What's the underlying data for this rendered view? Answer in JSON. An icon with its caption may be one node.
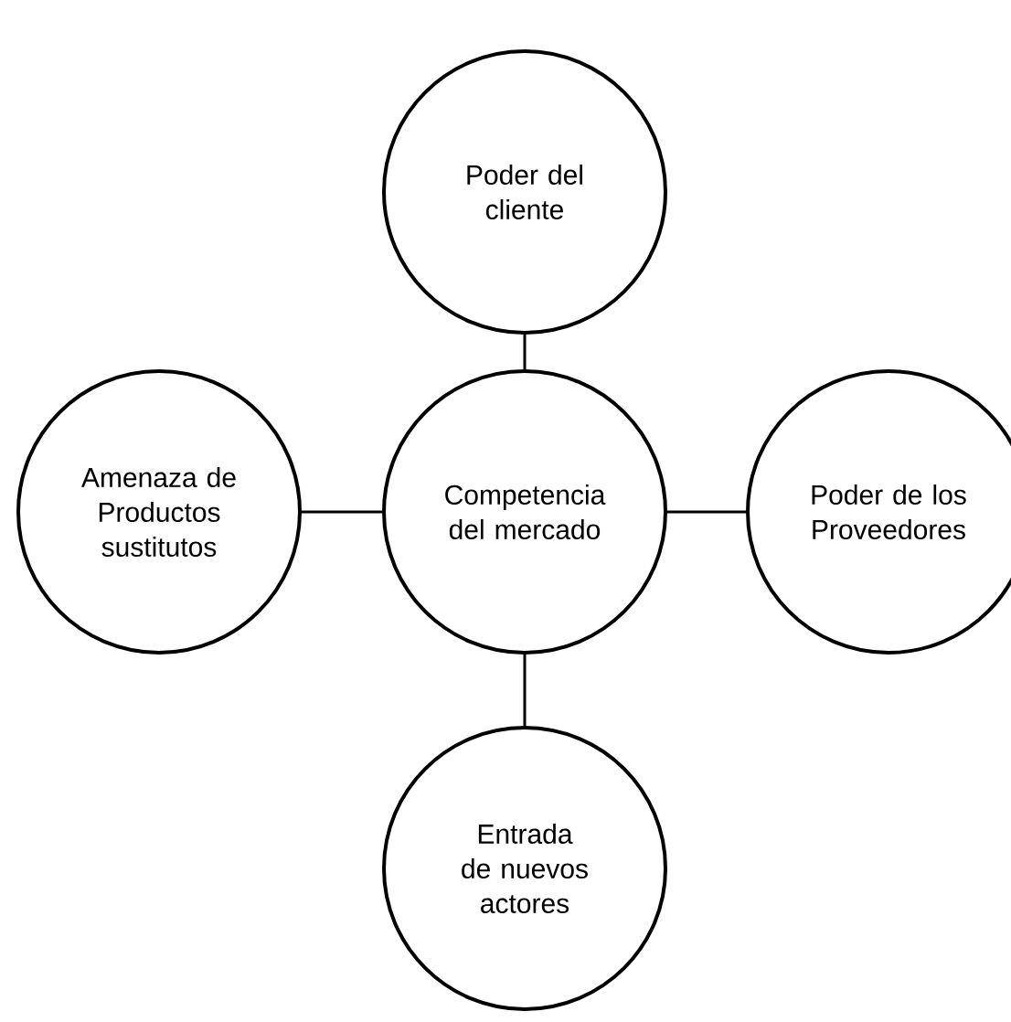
{
  "diagram": {
    "nodes": [
      {
        "text": [
          "Poder del cliente"
        ]
      },
      {
        "text": [
          "Amenaza de Productos sustitutos"
        ]
      },
      {
        "text": [
          "Competencia del mercado"
        ]
      },
      {
        "text": [
          "Poder de los Proveedores"
        ]
      },
      {
        "text": [
          "Entrada de nuevos actores"
        ]
      }
    ],
    "edges": [
      {
        "from": 0,
        "to": 2,
        "arrow": "none"
      },
      {
        "from": 1,
        "to": 2,
        "arrow": "none"
      },
      {
        "from": 2,
        "to": 3,
        "arrow": "none"
      },
      {
        "from": 2,
        "to": 4,
        "arrow": "none"
      }
    ]
  }
}
